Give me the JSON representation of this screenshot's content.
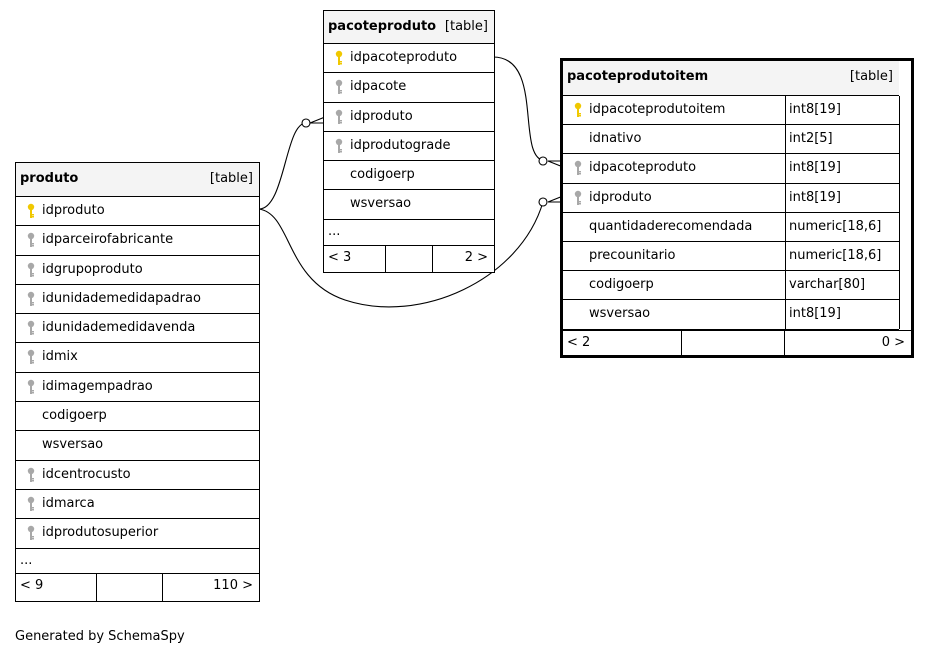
{
  "credit": "Generated by SchemaSpy",
  "icons": {
    "primary_key": "gold-key-icon",
    "foreign_key": "gray-key-icon"
  },
  "colors": {
    "primary_key": "#f0c800",
    "foreign_key": "#a8a8a8"
  },
  "tables": {
    "produto": {
      "name": "produto",
      "type": "[table]",
      "columns": [
        {
          "name": "idproduto",
          "key": "pk"
        },
        {
          "name": "idparceirofabricante",
          "key": "fk"
        },
        {
          "name": "idgrupoproduto",
          "key": "fk"
        },
        {
          "name": "idunidademedidapadrao",
          "key": "fk"
        },
        {
          "name": "idunidademedidavenda",
          "key": "fk"
        },
        {
          "name": "idmix",
          "key": "fk"
        },
        {
          "name": "idimagempadrao",
          "key": "fk"
        },
        {
          "name": "codigoerp",
          "key": ""
        },
        {
          "name": "wsversao",
          "key": ""
        },
        {
          "name": "idcentrocusto",
          "key": "fk"
        },
        {
          "name": "idmarca",
          "key": "fk"
        },
        {
          "name": "idprodutosuperior",
          "key": "fk"
        }
      ],
      "more": "...",
      "footer_left": "< 9",
      "footer_right": "110 >"
    },
    "pacoteproduto": {
      "name": "pacoteproduto",
      "type": "[table]",
      "columns": [
        {
          "name": "idpacoteproduto",
          "key": "pk"
        },
        {
          "name": "idpacote",
          "key": "fk"
        },
        {
          "name": "idproduto",
          "key": "fk"
        },
        {
          "name": "idprodutograde",
          "key": "fk"
        },
        {
          "name": "codigoerp",
          "key": ""
        },
        {
          "name": "wsversao",
          "key": ""
        }
      ],
      "more": "...",
      "footer_left": "< 3",
      "footer_right": "2 >"
    },
    "pacoteprodutoitem": {
      "name": "pacoteprodutoitem",
      "type": "[table]",
      "columns": [
        {
          "name": "idpacoteprodutoitem",
          "key": "pk",
          "type": "int8[19]"
        },
        {
          "name": "idnativo",
          "key": "",
          "type": "int2[5]"
        },
        {
          "name": "idpacoteproduto",
          "key": "fk",
          "type": "int8[19]"
        },
        {
          "name": "idproduto",
          "key": "fk",
          "type": "int8[19]"
        },
        {
          "name": "quantidaderecomendada",
          "key": "",
          "type": "numeric[18,6]"
        },
        {
          "name": "precounitario",
          "key": "",
          "type": "numeric[18,6]"
        },
        {
          "name": "codigoerp",
          "key": "",
          "type": "varchar[80]"
        },
        {
          "name": "wsversao",
          "key": "",
          "type": "int8[19]"
        }
      ],
      "footer_left": "< 2",
      "footer_right": "0 >"
    }
  }
}
